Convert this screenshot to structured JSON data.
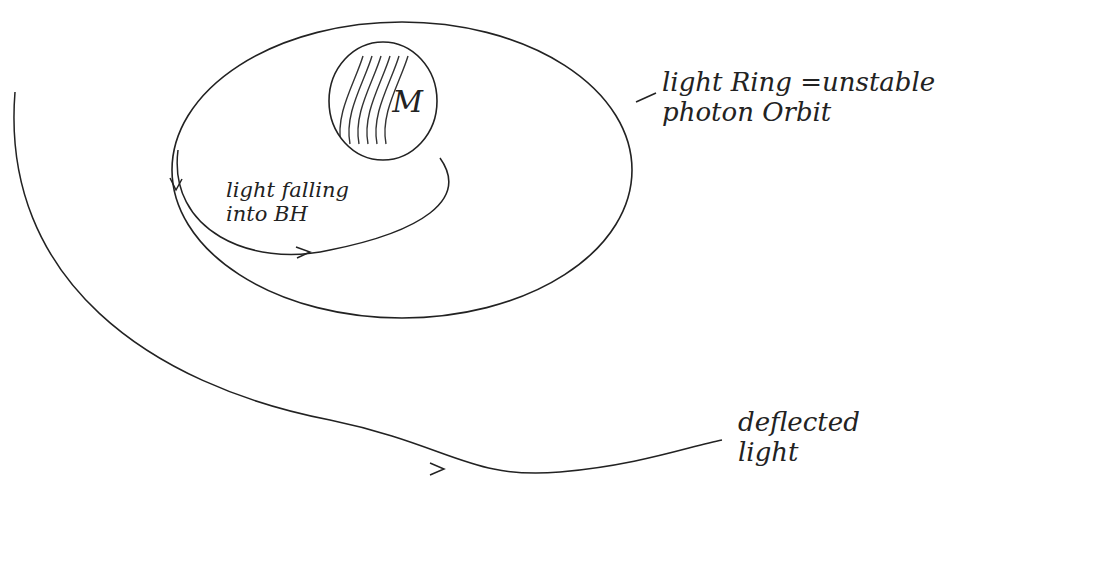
{
  "diagram": {
    "nodes": [
      {
        "text": [
          "M"
        ]
      }
    ],
    "labels": [
      "light Ring =unstable photon Orbit",
      "light falling into BH",
      "deflected light"
    ]
  }
}
